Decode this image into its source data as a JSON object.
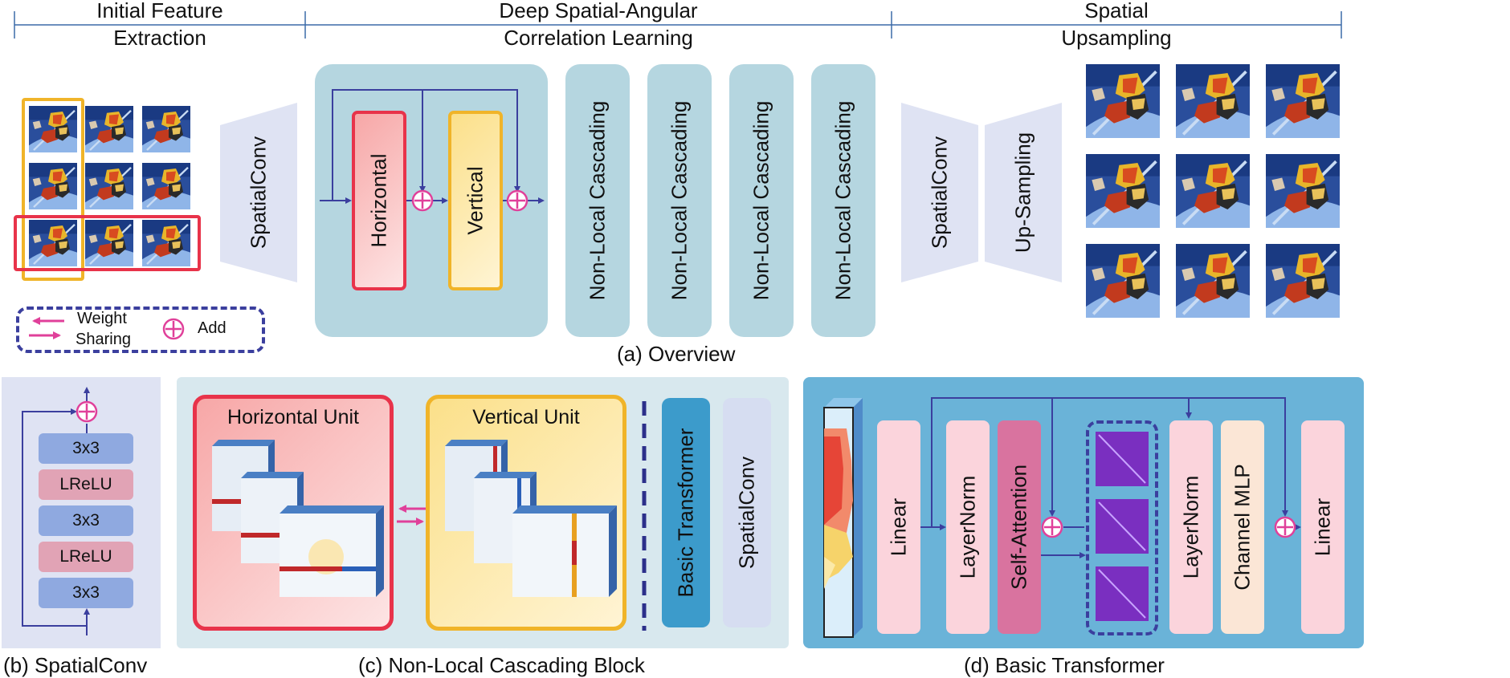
{
  "stage_headers": {
    "initial_line1": "Initial Feature",
    "initial_line2": "Extraction",
    "deep_line1": "Deep Spatial-Angular",
    "deep_line2": "Correlation Learning",
    "spatial_line1": "Spatial",
    "spatial_line2": "Upsampling"
  },
  "overview": {
    "spatialconv": "SpatialConv",
    "horizontal": "Horizontal",
    "vertical": "Vertical",
    "nlc_blocks": [
      "Non-Local Cascading",
      "Non-Local Cascading",
      "Non-Local Cascading",
      "Non-Local Cascading"
    ],
    "spatialconv2": "SpatialConv",
    "upsampling": "Up-Sampling",
    "caption": "(a) Overview"
  },
  "legend": {
    "weight_line1": "Weight",
    "weight_line2": "Sharing",
    "add": "Add"
  },
  "spatialconv_panel": {
    "layers": [
      "3x3",
      "LReLU",
      "3x3",
      "LReLU",
      "3x3"
    ],
    "caption": "(b) SpatialConv"
  },
  "nlc_panel": {
    "horizontal_unit": "Horizontal Unit",
    "vertical_unit": "Vertical Unit",
    "basic_transformer": "Basic Transformer",
    "spatialconv": "SpatialConv",
    "caption": "(c) Non-Local Cascading Block"
  },
  "transformer_panel": {
    "linear1": "Linear",
    "layernorm1": "LayerNorm",
    "self_attention": "Self-Attention",
    "layernorm2": "LayerNorm",
    "channel_mlp": "Channel MLP",
    "linear2": "Linear",
    "caption": "(d) Basic Transformer"
  },
  "colors": {
    "arrow": "#3b3f9e",
    "add_symbol": "#e0409a",
    "red_border": "#e8334a",
    "yellow_border": "#f0b429",
    "panel_teal": "#b5d6e0",
    "panel_lavender": "#dfe3f3",
    "transformer_bg": "#6ab3d8"
  }
}
